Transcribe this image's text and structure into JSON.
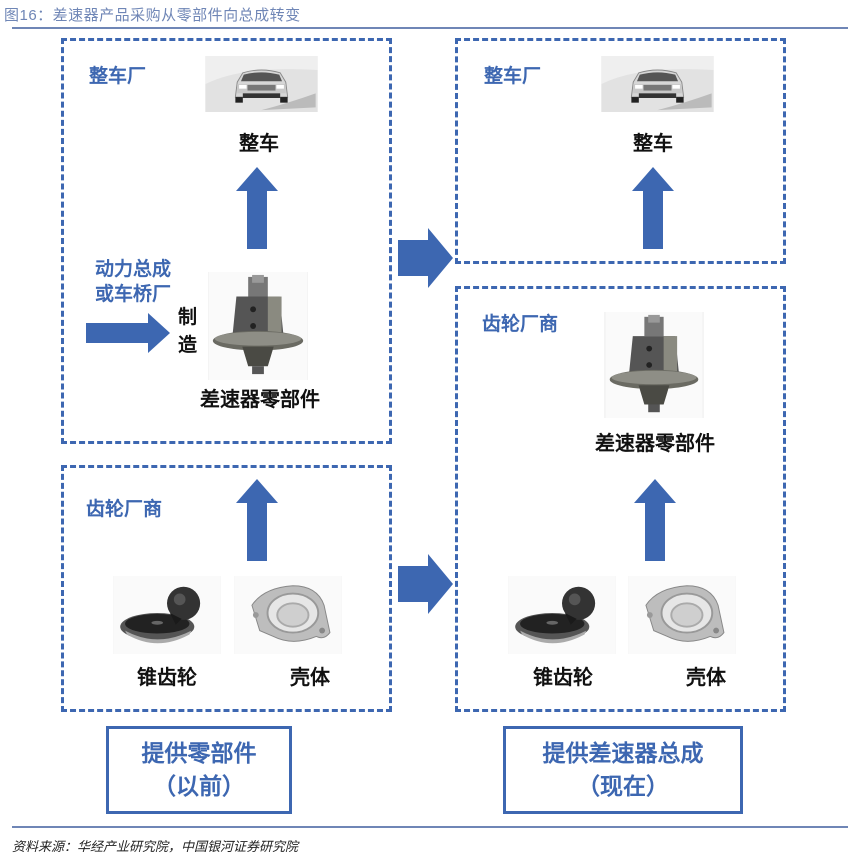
{
  "figure": {
    "title": "图16：差速器产品采购从零部件向总成转变",
    "source": "资料来源：华经产业研究院，中国银河证券研究院"
  },
  "colors": {
    "accent": "#3d67b1",
    "rule": "#6f86b6",
    "text": "#111111"
  },
  "before": {
    "oem_box": {
      "label": "整车厂",
      "vehicle_icon": "car-photo",
      "vehicle_label": "整车",
      "supplier_label_line1": "动力总成",
      "supplier_label_line2": "或车桥厂",
      "manufacture_label_line1": "制",
      "manufacture_label_line2": "造",
      "part_icon": "differential-photo",
      "part_label": "差速器零部件"
    },
    "gear_box": {
      "label": "齿轮厂商",
      "items": [
        {
          "icon": "bevel-gear-photo",
          "label": "锥齿轮"
        },
        {
          "icon": "housing-photo",
          "label": "壳体"
        }
      ]
    },
    "caption_line1": "提供零部件",
    "caption_line2": "（以前）"
  },
  "after": {
    "oem_box": {
      "label": "整车厂",
      "vehicle_icon": "car-photo",
      "vehicle_label": "整车"
    },
    "gear_box": {
      "label": "齿轮厂商",
      "part_icon": "differential-photo",
      "part_label": "差速器零部件",
      "items": [
        {
          "icon": "bevel-gear-photo",
          "label": "锥齿轮"
        },
        {
          "icon": "housing-photo",
          "label": "壳体"
        }
      ]
    },
    "caption_line1": "提供差速器总成",
    "caption_line2": "（现在）"
  }
}
